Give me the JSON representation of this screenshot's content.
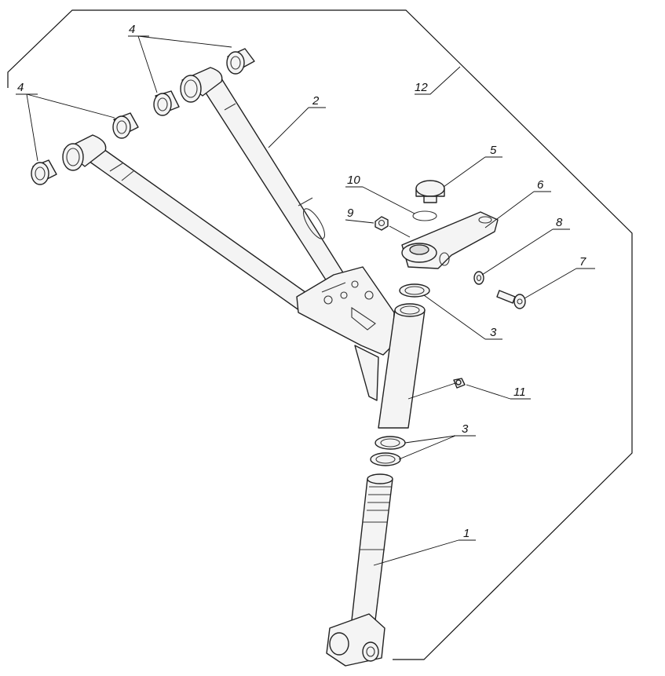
{
  "callouts": [
    {
      "id": "c1",
      "label": "1"
    },
    {
      "id": "c2",
      "label": "2"
    },
    {
      "id": "c3a",
      "label": "3"
    },
    {
      "id": "c3b",
      "label": "3"
    },
    {
      "id": "c4a",
      "label": "4"
    },
    {
      "id": "c4b",
      "label": "4"
    },
    {
      "id": "c5",
      "label": "5"
    },
    {
      "id": "c6",
      "label": "6"
    },
    {
      "id": "c7",
      "label": "7"
    },
    {
      "id": "c8",
      "label": "8"
    },
    {
      "id": "c9",
      "label": "9"
    },
    {
      "id": "c10",
      "label": "10"
    },
    {
      "id": "c11",
      "label": "11"
    },
    {
      "id": "c12",
      "label": "12"
    }
  ]
}
